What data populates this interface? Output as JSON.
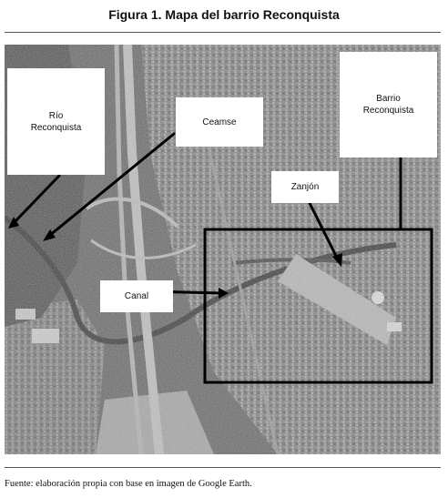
{
  "figure": {
    "title": "Figura 1. Mapa del barrio Reconquista",
    "source": "Fuente: elaboración propia con base en imagen de Google Earth."
  },
  "labels": {
    "rio": "Río\nReconquista",
    "ceamse": "Ceamse",
    "barrio": "Barrio\nReconquista",
    "zanjon": "Zanjón",
    "canal": "Canal"
  },
  "colors": {
    "urban_texture": "#8a8a8a",
    "vegetation": "#5c5c5c",
    "highway": "#bdbdbd",
    "water": "#3c3c3c",
    "annotation": "#000000"
  }
}
